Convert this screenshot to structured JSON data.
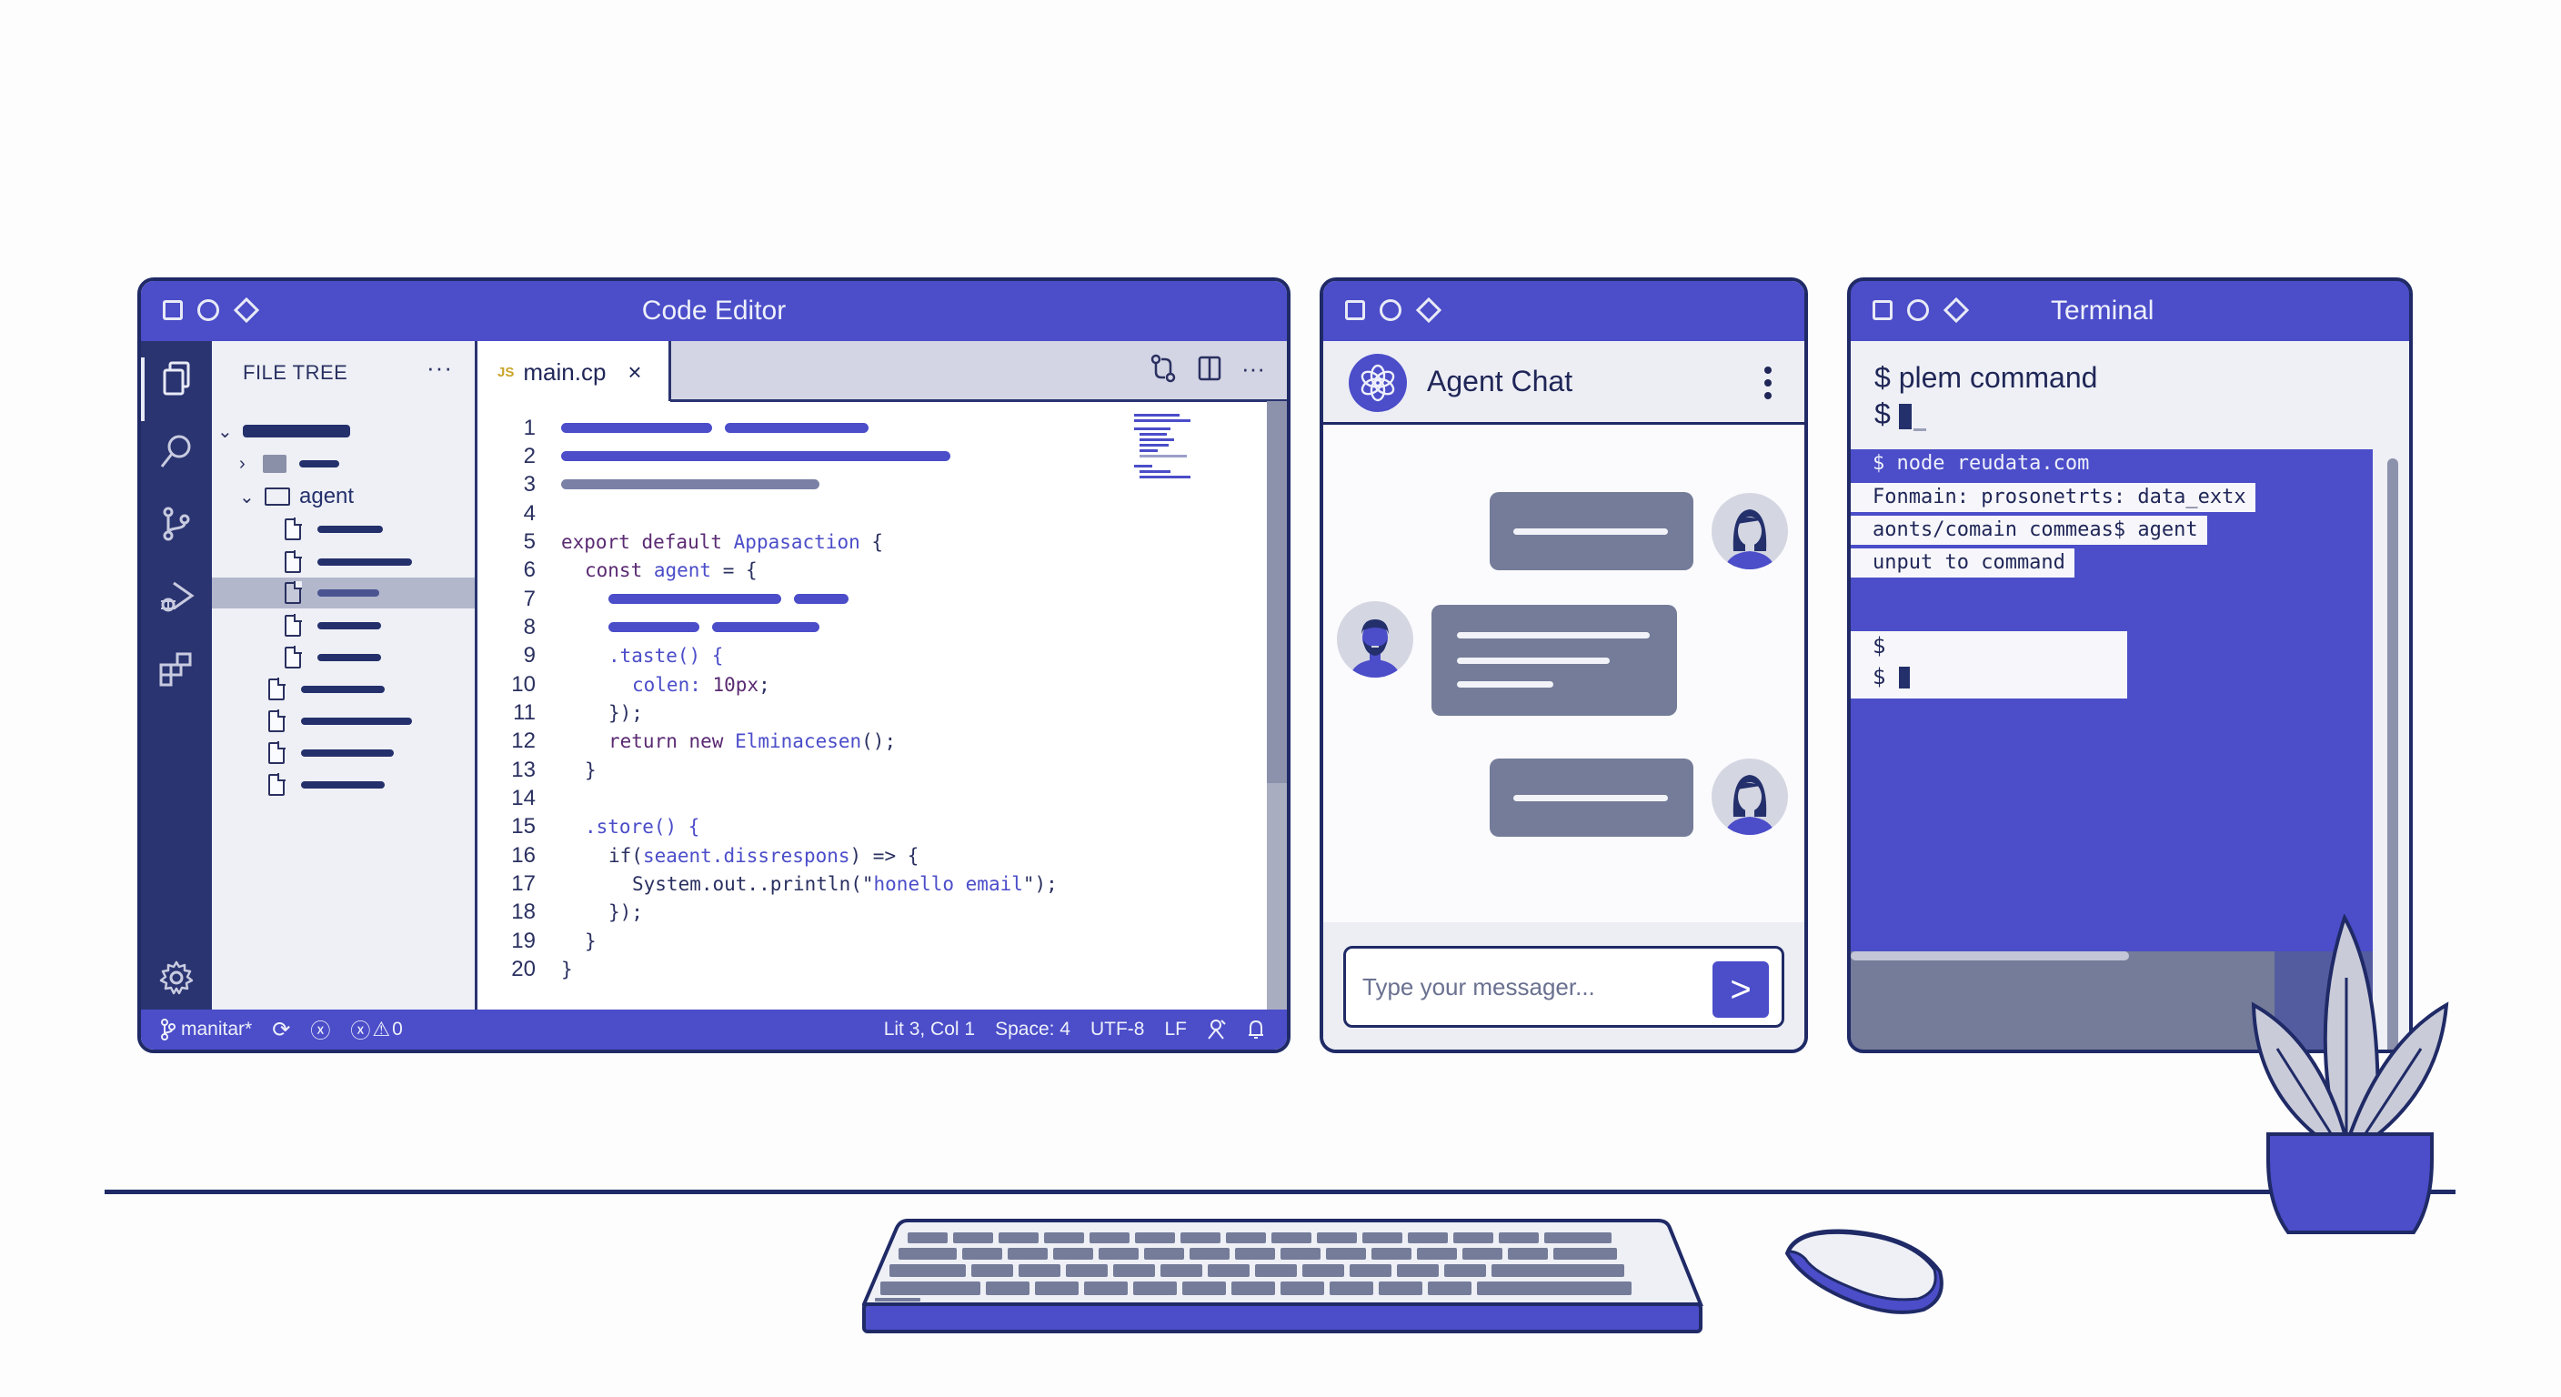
{
  "colors": {
    "accent": "#4b4dc9",
    "dark": "#1f2a66",
    "activity_bar": "#2a3470",
    "bubble": "#747c99",
    "panel": "#eef0f6"
  },
  "editor": {
    "title": "Code Editor",
    "activity_icons": [
      "files-icon",
      "search-icon",
      "source-control-icon",
      "run-debug-icon",
      "extensions-icon",
      "gear-icon"
    ],
    "file_tree": {
      "header": "FILE TREE",
      "more": "···",
      "folder_open_label": "agent"
    },
    "tab": {
      "badge": "JS",
      "name": "main.cp",
      "close": "×"
    },
    "tab_actions": {
      "more": "···"
    },
    "line_numbers": [
      "1",
      "2",
      "3",
      "4",
      "5",
      "6",
      "7",
      "8",
      "9",
      "10",
      "11",
      "12",
      "13",
      "14",
      "15",
      "16",
      "17",
      "18",
      "19",
      "20"
    ],
    "code": {
      "l5_kw": "export default ",
      "l5_id": "Appasaction",
      "l5_rest": " {",
      "l6_kw": "const ",
      "l6_id": "agent",
      "l6_rest": " = {",
      "l9": ".taste() {",
      "l10_a": "colen: ",
      "l10_b": "10px",
      "l10_c": ";",
      "l11": "});",
      "l12_kw": "return new ",
      "l12_id": "Elminacesen",
      "l12_rest": "();",
      "l13": "}",
      "l15": ".store() {",
      "l16_a": "if(",
      "l16_id": "seaent.dissrespons",
      "l16_b": ") => {",
      "l17_a": "System.out..println(\"",
      "l17_str": "honello email",
      "l17_b": "\");",
      "l18": "});",
      "l19": "}",
      "l20": "}"
    },
    "status_bar": {
      "branch": "manitar*",
      "errors": "0",
      "position": "Lit 3, Col 1",
      "spaces": "Space: 4",
      "encoding": "UTF-8",
      "eol": "LF"
    }
  },
  "chat": {
    "title": "Agent Chat",
    "input_placeholder": "Type your messager...",
    "send_label": ">",
    "messages": [
      {
        "side": "right",
        "avatar": "woman-avatar",
        "lines": 1
      },
      {
        "side": "left",
        "avatar": "man-avatar",
        "lines": 3
      },
      {
        "side": "right",
        "avatar": "woman-avatar",
        "lines": 1
      }
    ]
  },
  "terminal": {
    "title": "Terminal",
    "top_lines": [
      "$  plem command",
      "$ "
    ],
    "output": [
      "$ node reudata.com",
      "Fonmain: prosonetrts: data_extx",
      "aonts/comain commeas$ agent",
      "unput to command"
    ],
    "prompt_box": [
      "$",
      "$ "
    ]
  }
}
